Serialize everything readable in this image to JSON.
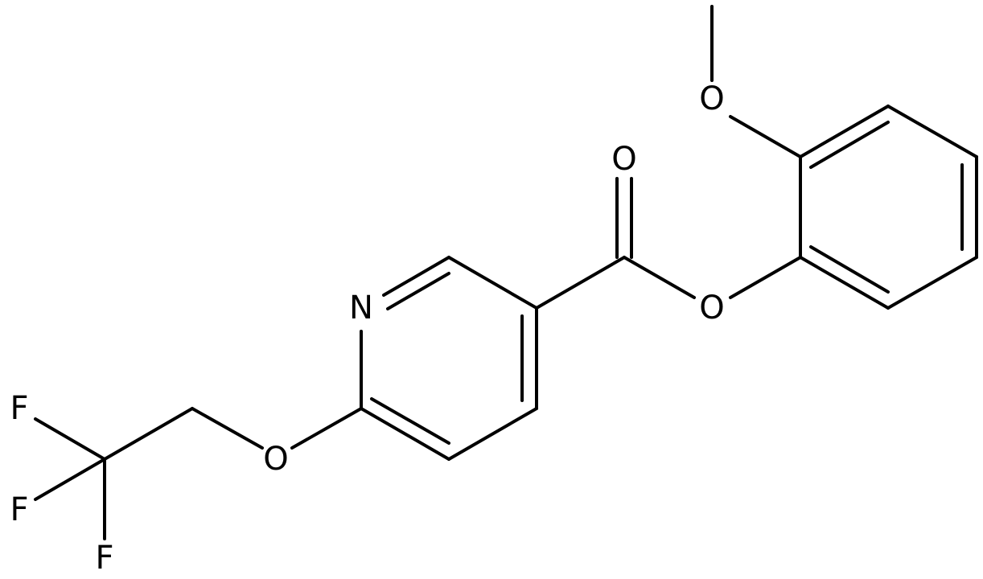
{
  "atoms": {
    "ring_n": "N",
    "carbonyl_o": "O",
    "ester_o": "O",
    "methoxy_o": "O",
    "ether_o": "O",
    "fluorine_1": "F",
    "fluorine_2": "F",
    "fluorine_3": "F"
  },
  "colors": {
    "bond": "#000000",
    "label": "#000000",
    "background": "#ffffff"
  }
}
